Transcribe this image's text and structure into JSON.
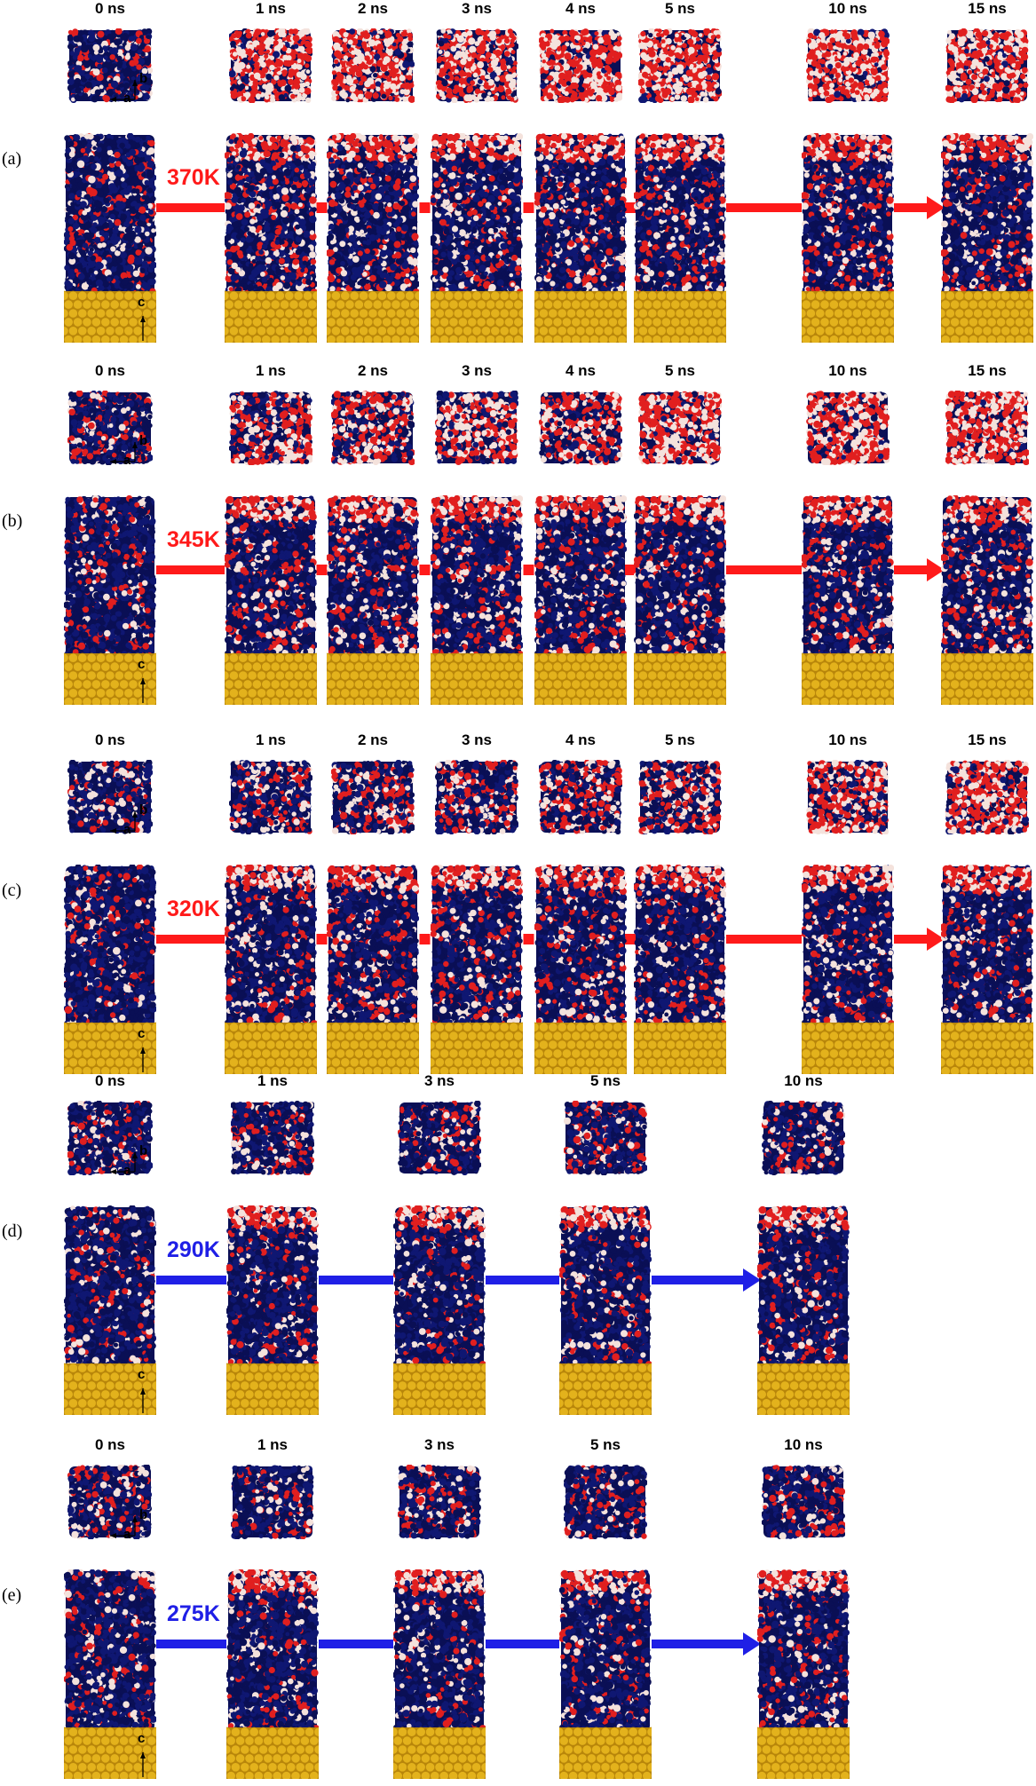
{
  "colors": {
    "hot_arrow": "#ff1a1a",
    "cold_arrow": "#1f1fe6",
    "polymer": "#0f1772",
    "polymer_dark": "#0a0f55",
    "oxygen": "#e11f1f",
    "hydrogen": "#f4e2dc",
    "gold": "#e3b21c",
    "gold_dark": "#b8860b"
  },
  "axes": {
    "a": "a",
    "b": "b",
    "c": "c"
  },
  "panels": [
    {
      "label": "(a)",
      "temperature": "370K",
      "arrow": "hot_arrow",
      "style": "dashed",
      "times": [
        "0 ns",
        "1 ns",
        "2 ns",
        "3 ns",
        "4 ns",
        "5 ns",
        "10 ns",
        "15 ns"
      ],
      "water_top": [
        0.3,
        0.85,
        0.85,
        0.88,
        0.9,
        0.9,
        0.92,
        0.92
      ],
      "water_side": [
        0.22,
        0.3,
        0.3,
        0.3,
        0.3,
        0.3,
        0.3,
        0.3
      ]
    },
    {
      "label": "(b)",
      "temperature": "345K",
      "arrow": "hot_arrow",
      "style": "dashed",
      "times": [
        "0 ns",
        "1 ns",
        "2 ns",
        "3 ns",
        "4 ns",
        "5 ns",
        "10 ns",
        "15 ns"
      ],
      "water_top": [
        0.3,
        0.6,
        0.65,
        0.7,
        0.65,
        0.85,
        0.9,
        0.9
      ],
      "water_side": [
        0.22,
        0.3,
        0.3,
        0.3,
        0.3,
        0.3,
        0.3,
        0.3
      ]
    },
    {
      "label": "(c)",
      "temperature": "320K",
      "arrow": "hot_arrow",
      "style": "dashed",
      "times": [
        "0 ns",
        "1 ns",
        "2 ns",
        "3 ns",
        "4 ns",
        "5 ns",
        "10 ns",
        "15 ns"
      ],
      "water_top": [
        0.3,
        0.4,
        0.45,
        0.5,
        0.5,
        0.6,
        0.7,
        0.85
      ],
      "water_side": [
        0.22,
        0.28,
        0.28,
        0.28,
        0.28,
        0.28,
        0.28,
        0.25
      ]
    },
    {
      "label": "(d)",
      "temperature": "290K",
      "arrow": "cold_arrow",
      "style": "solid",
      "times": [
        "0 ns",
        "1 ns",
        "3 ns",
        "5 ns",
        "10 ns"
      ],
      "water_top": [
        0.3,
        0.32,
        0.3,
        0.32,
        0.33
      ],
      "water_side": [
        0.22,
        0.22,
        0.22,
        0.22,
        0.22
      ]
    },
    {
      "label": "(e)",
      "temperature": "275K",
      "arrow": "cold_arrow",
      "style": "solid",
      "times": [
        "0 ns",
        "1 ns",
        "3 ns",
        "5 ns",
        "10 ns"
      ],
      "water_top": [
        0.3,
        0.3,
        0.28,
        0.3,
        0.3
      ],
      "water_side": [
        0.22,
        0.22,
        0.22,
        0.22,
        0.22
      ]
    }
  ]
}
